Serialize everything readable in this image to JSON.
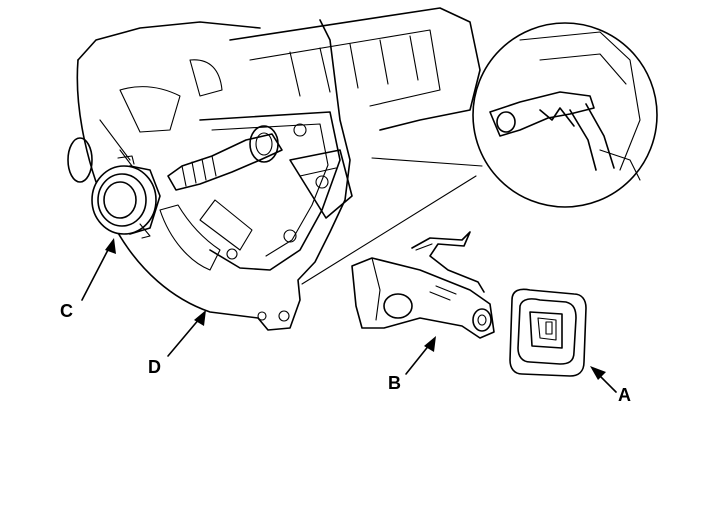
{
  "labels": {
    "a": "A",
    "b": "B",
    "c": "C",
    "d": "D"
  },
  "parts": {
    "a": "boot-icon",
    "b": "release-fork-icon",
    "c": "release-bearing-icon",
    "d": "transmission-housing-icon"
  },
  "colors": {
    "ink": "#000000",
    "paper": "#ffffff"
  }
}
